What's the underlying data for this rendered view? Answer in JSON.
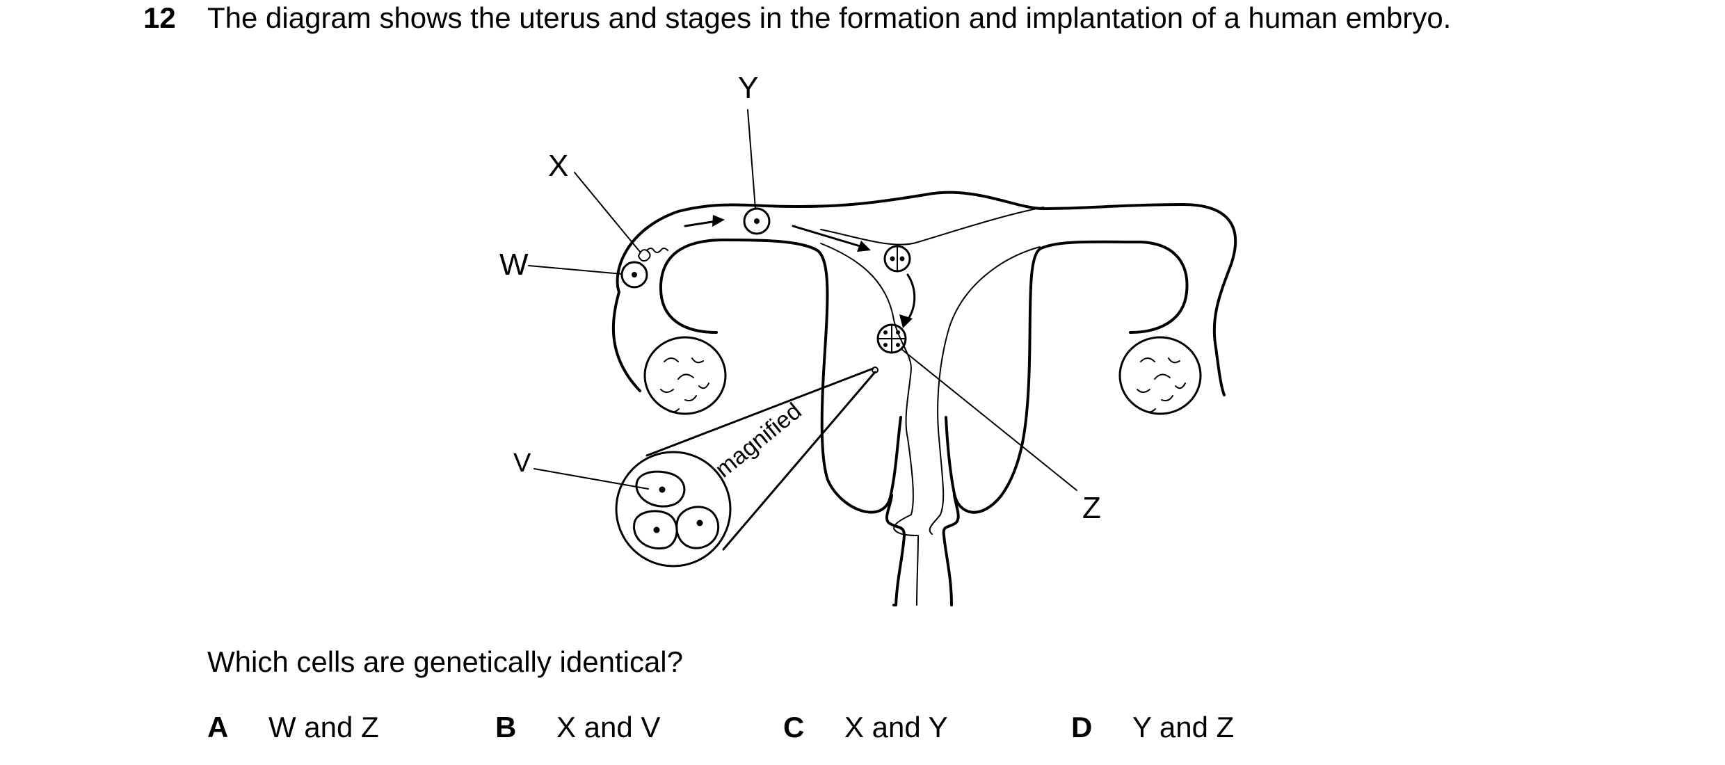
{
  "question": {
    "number": "12",
    "text": "The diagram shows the uterus and stages in the formation and implantation of a human embryo.",
    "prompt": "Which cells are genetically identical?"
  },
  "diagram": {
    "labels": {
      "v": "V",
      "w": "W",
      "x": "X",
      "y": "Y",
      "z": "Z"
    },
    "magnified": "magnified"
  },
  "options": [
    {
      "letter": "A",
      "text": "W and Z"
    },
    {
      "letter": "B",
      "text": "X and V"
    },
    {
      "letter": "C",
      "text": "X and Y"
    },
    {
      "letter": "D",
      "text": "Y and Z"
    }
  ]
}
